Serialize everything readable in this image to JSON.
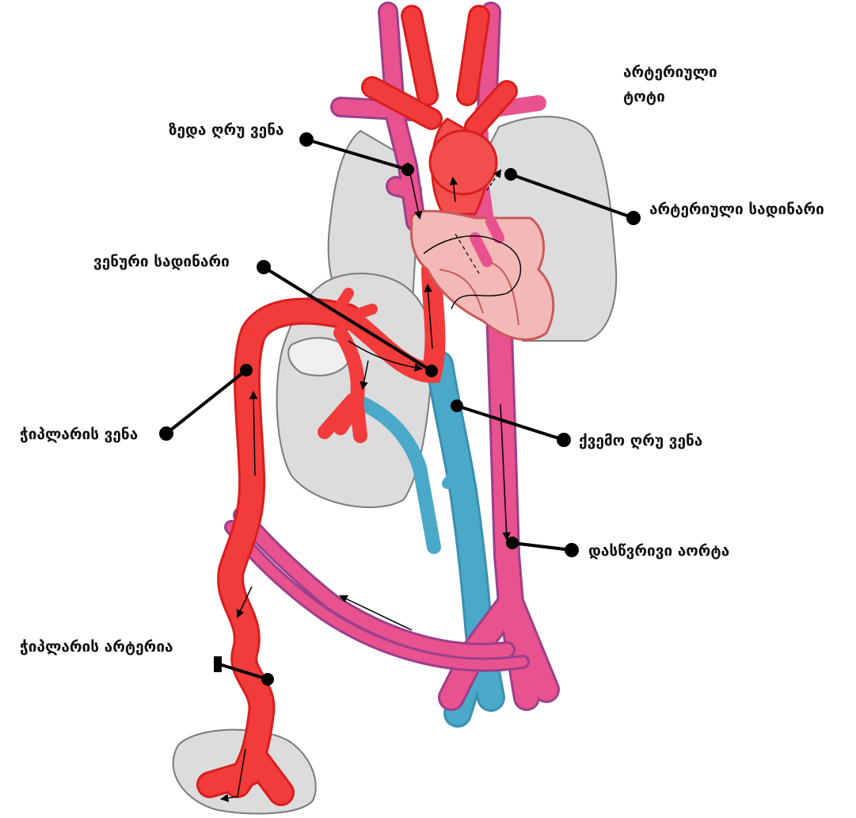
{
  "colors": {
    "artery_red": "#f23b3b",
    "artery_red_outline": "#d81e1e",
    "mixed_pink": "#e8528e",
    "mixed_outline": "#9b3f8a",
    "vein_blue": "#4aa8c9",
    "organ_grey": "#dcdcdc",
    "organ_outline": "#7a7a7a",
    "heart_pink": "#f2b9b7",
    "heart_outline": "#c85a5a",
    "arrow": "#000000",
    "leader": "#000000"
  },
  "labels": {
    "aortic_arch_line1": "არტერიული",
    "aortic_arch_line2": "ტოტი",
    "superior_vena_cava": "ზედა ღრუ ვენა",
    "arterial_atrium": "არტერიული სადინარი",
    "venous_atrium": "ვენური სადინარი",
    "umbilical_vein": "ჭიპლარის ვენა",
    "inferior_vena_cava": "ქვემო ღრუ ვენა",
    "descending_aorta": "დასწვრივი აორტა",
    "umbilical_artery": "ჭიპლარის არტერია"
  }
}
